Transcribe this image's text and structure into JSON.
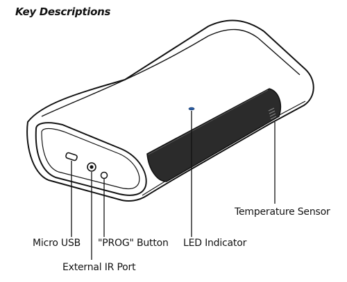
{
  "heading": "Key Descriptions",
  "labels": {
    "micro_usb": "Micro USB",
    "external_ir_port": "External IR Port",
    "prog_button": "\"PROG\" Button",
    "led_indicator": "LED Indicator",
    "temperature_sensor": "Temperature Sensor"
  },
  "colors": {
    "outline": "#111111",
    "band": "#2b2b2b",
    "led": "#2a5fa8"
  }
}
